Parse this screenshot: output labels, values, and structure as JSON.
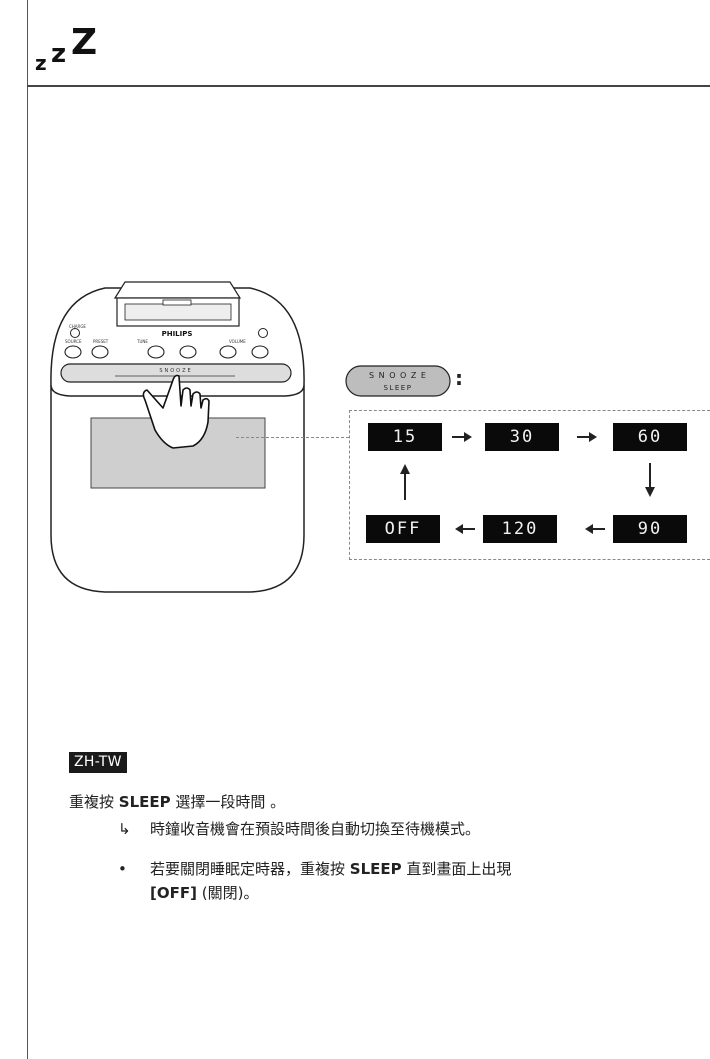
{
  "header": {
    "icon": "sleep-zzz-icon",
    "zzz_text": "zzZ"
  },
  "device": {
    "brand": "PHILIPS",
    "labels": [
      "CHARGE",
      "SOURCE",
      "PRESET",
      "TUNE",
      "VOLUME"
    ],
    "snooze_bar_text": "SNOOZE"
  },
  "snooze_button": {
    "line1": "S N O O Z E",
    "line2": "SLEEP"
  },
  "cycle": {
    "values": [
      "15",
      "30",
      "60",
      "90",
      "120",
      "OFF"
    ]
  },
  "lang_tag": "ZH-TW",
  "instructions": {
    "main_prefix": "重複按 ",
    "main_key": "SLEEP",
    "main_suffix": " 選擇一段時間 。",
    "result_symbol": "↳",
    "result_text": "時鐘收音機會在預設時間後自動切換至待機模式。",
    "bullet_symbol": "•",
    "bullet_prefix": "若要關閉睡眠定時器，重複按 ",
    "bullet_key": "SLEEP",
    "bullet_suffix": " 直到畫面上出現",
    "bullet_line2_key": "[OFF]",
    "bullet_line2_rest": " (關閉)。"
  }
}
